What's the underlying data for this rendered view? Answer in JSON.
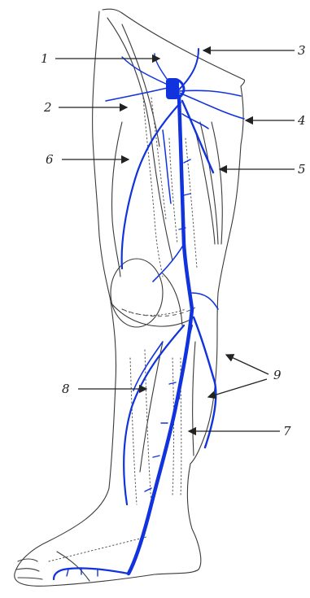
{
  "colors": {
    "vein": "#1133dd",
    "ink": "#3a3a3a",
    "background": "#ffffff"
  },
  "labels": [
    {
      "id": "l1",
      "text": "1"
    },
    {
      "id": "l2",
      "text": "2"
    },
    {
      "id": "l3",
      "text": "3"
    },
    {
      "id": "l4",
      "text": "4"
    },
    {
      "id": "l5",
      "text": "5"
    },
    {
      "id": "l6",
      "text": "6"
    },
    {
      "id": "l7",
      "text": "7"
    },
    {
      "id": "l8",
      "text": "8"
    },
    {
      "id": "l9",
      "text": "9"
    }
  ]
}
